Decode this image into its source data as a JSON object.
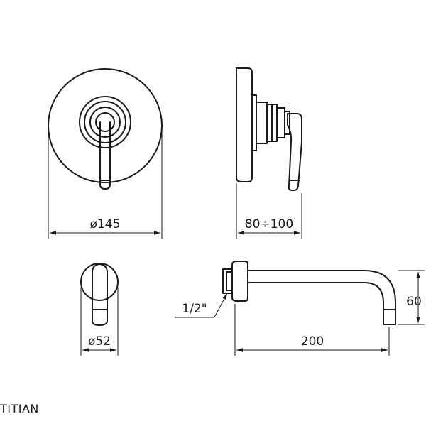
{
  "dimensions": {
    "plate_diameter": "ø145",
    "depth_range": "80÷100",
    "spout_rosette_diameter": "ø52",
    "thread_size": "1/2\"",
    "spout_height": "60",
    "spout_length": "200"
  },
  "brand": "TITIAN",
  "colors": {
    "line": "#1a1a1a",
    "background": "#ffffff"
  }
}
